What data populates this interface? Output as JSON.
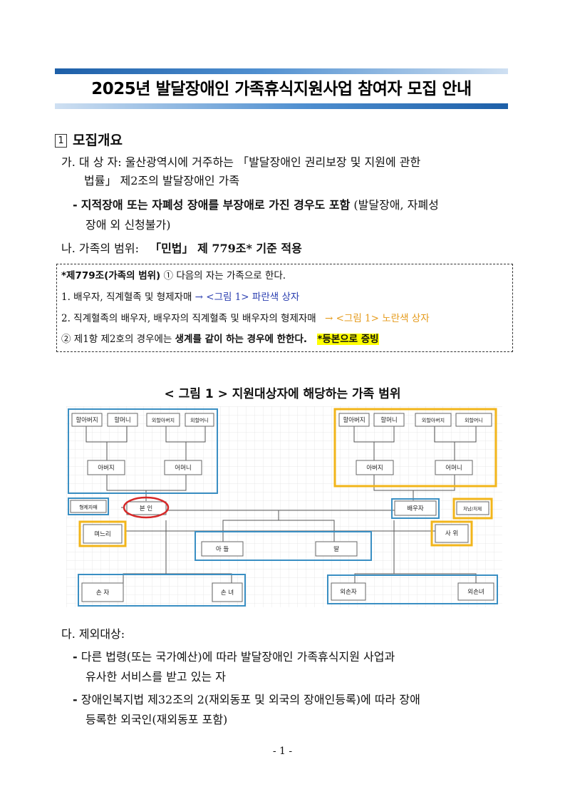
{
  "title": "2025년 발달장애인 가족휴식지원사업 참여자 모집 안내",
  "section1": {
    "num": "1",
    "label": "모집개요"
  },
  "item_ga": {
    "line1": "가. 대 상 자: 울산광역시에 거주하는 「발달장애인 권리보장 및 지원에 관한",
    "line2": "법률」 제2조의 발달장애인 가족",
    "sub_dash": "-",
    "sub_bold": "지적장애 또는 자폐성 장애를 부장애로 가진 경우도 포함",
    "sub_normal": " (발달장애, 자폐성",
    "sub_line2": "장애 외 신청불가)"
  },
  "item_na": {
    "prefix": "나. 가족의 범위:",
    "bold": "「민법」 제 779조* 기준 적용"
  },
  "note": {
    "l1_bold": "*제779조(가족의 범위)",
    "l1_text": " ① 다음의 자는 가족으로 한다.",
    "l2_text": "1. 배우자, 직계혈족 및 형제자매 ",
    "l2_color": "→ <그림 1> 파란색 상자",
    "l3_text": "2. 직계혈족의 배우자, 배우자의 직계혈족 및 배우자의 형제자매 ",
    "l3_color": "→ <그림 1> 노란색 상자",
    "l4_text": "② 제1항 제2호의 경우에는 ",
    "l4_bold": "생계를 같이 하는 경우에 한한다.",
    "l4_hl": "*등본으로 증빙"
  },
  "figure": {
    "title": "< 그림 1 > 지원대상자에 해당하는 가족 범위",
    "boxes": {
      "grandfather": "할아버지",
      "grandmother": "할머니",
      "mat_grandfather": "외할아버지",
      "mat_grandmother": "외할머니",
      "father": "아버지",
      "mother": "어머니",
      "sibling": "형제자매",
      "self": "본 인",
      "spouse": "배우자",
      "sister_in_law": "처남/처제",
      "daughter_in_law": "며느리",
      "son_in_law": "사 위",
      "son": "아 들",
      "daughter": "딸",
      "grandson": "손 자",
      "granddaughter": "손 녀",
      "ext_grandson": "외손자",
      "ext_granddaughter": "외손녀"
    },
    "colors": {
      "blue": "#3a8fc3",
      "yellow": "#f2b51a",
      "red": "#d62828"
    }
  },
  "item_da": {
    "label": "다. 제외대상:",
    "b1_dash": "-",
    "b1_line1": "다른 법령(또는 국가예산)에 따라 발달장애인 가족휴식지원 사업과",
    "b1_line2": "유사한 서비스를 받고 있는 자",
    "b2_dash": "-",
    "b2_line1": "장애인복지법 제32조의 2(재외동포 및 외국의 장애인등록)에 따라 장애",
    "b2_line2": "등록한 외국인(재외동포 포함)"
  },
  "page_number": "- 1 -"
}
